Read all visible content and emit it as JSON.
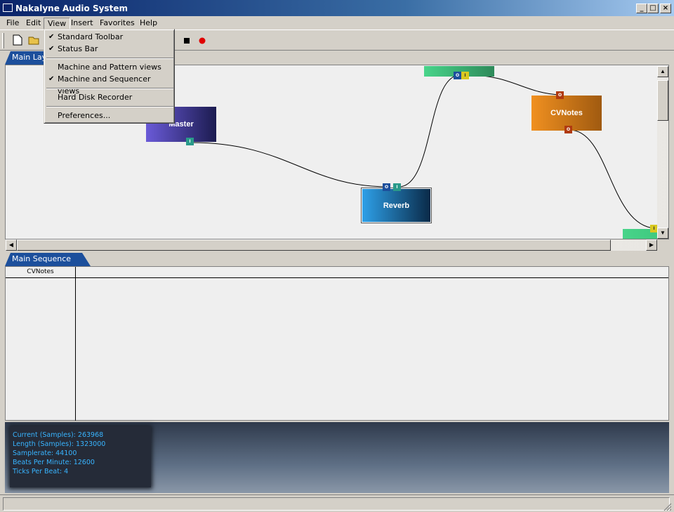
{
  "window": {
    "title": "Nakalyne Audio System",
    "minimize": "_",
    "maximize": "□",
    "close": "×"
  },
  "menubar": {
    "file": "File",
    "edit": "Edit",
    "view": "View",
    "insert": "Insert",
    "favorites": "Favorites",
    "help": "Help"
  },
  "view_menu": {
    "standard_toolbar": "Standard Toolbar",
    "status_bar": "Status Bar",
    "machine_pattern": "Machine and Pattern views",
    "machine_sequencer": "Machine and Sequencer views",
    "hdd_recorder": "Hard Disk Recorder",
    "preferences": "Preferences..."
  },
  "tabs": {
    "layout": "Main Layout",
    "sequence": "Main Sequence"
  },
  "machines": {
    "master": "Master",
    "reverb": "Reverb",
    "cvnotes": "CVNotes"
  },
  "ports": {
    "out": "OUT",
    "in": "IN"
  },
  "sequence": {
    "column": "CVNotes"
  },
  "info": {
    "current": "Current (Samples): 263968",
    "length": "Length (Samples): 1323000",
    "samplerate": "Samplerate: 44100",
    "bpm": "Beats Per Minute: 12600",
    "tpb": "Ticks Per Beat: 4"
  },
  "colors": {
    "master": "#5a5ac8",
    "reverb": "#1e90d8",
    "cvnotes": "#e88a20",
    "green": "#3fc97f"
  }
}
